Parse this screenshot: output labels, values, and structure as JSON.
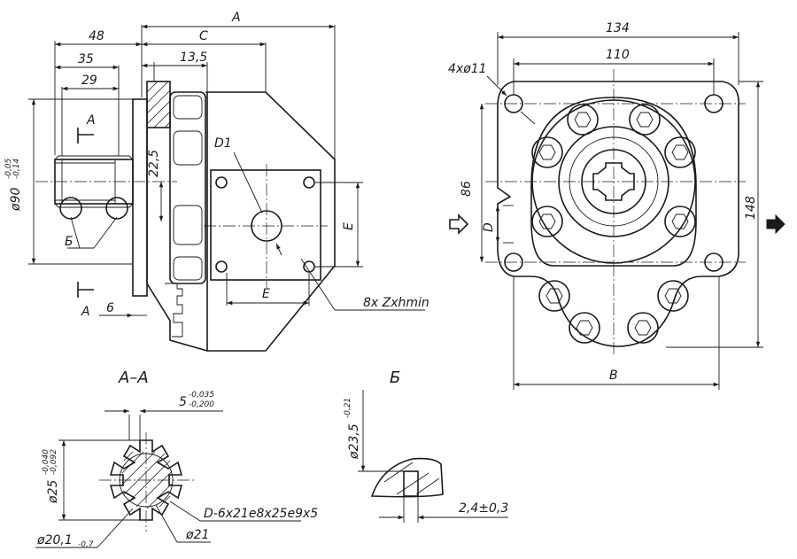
{
  "side_view": {
    "dims": {
      "d48": "48",
      "d35": "35",
      "d29": "29",
      "dA": "A",
      "dC": "C",
      "d13_5": "13,5",
      "d22_5": "22,5",
      "d6": "6",
      "dE_horiz": "E",
      "dE_vert": "E",
      "d90": "ø90",
      "d90_tol_upper": "-0,05",
      "d90_tol_lower": "-0,14"
    },
    "labels": {
      "section_top": "A",
      "section_bottom": "A",
      "detail_mark": "Б",
      "port_D1": "D1",
      "holes_note": "8x Zxhmin"
    }
  },
  "front_view": {
    "dims": {
      "d134": "134",
      "d110": "110",
      "d86": "86",
      "d148": "148",
      "dB": "B",
      "dD": "D",
      "holes": "4xø11"
    }
  },
  "section_AA": {
    "title": "А–А",
    "dims": {
      "d5": "5",
      "d5_tol_upper": "-0,035",
      "d5_tol_lower": "-0,200",
      "d25": "ø25",
      "d25_tol_upper": "-0,040",
      "d25_tol_lower": "-0,092",
      "d20_1": "ø20,1",
      "d20_1_tol": "-0,7",
      "d21": "ø21",
      "spline": "D-6x21e8x25e9x5"
    }
  },
  "detail_B": {
    "title": "Б",
    "dims": {
      "d23_5": "ø23,5",
      "d23_5_tol": "-0,21",
      "d2_4": "2,4±0,3"
    }
  }
}
